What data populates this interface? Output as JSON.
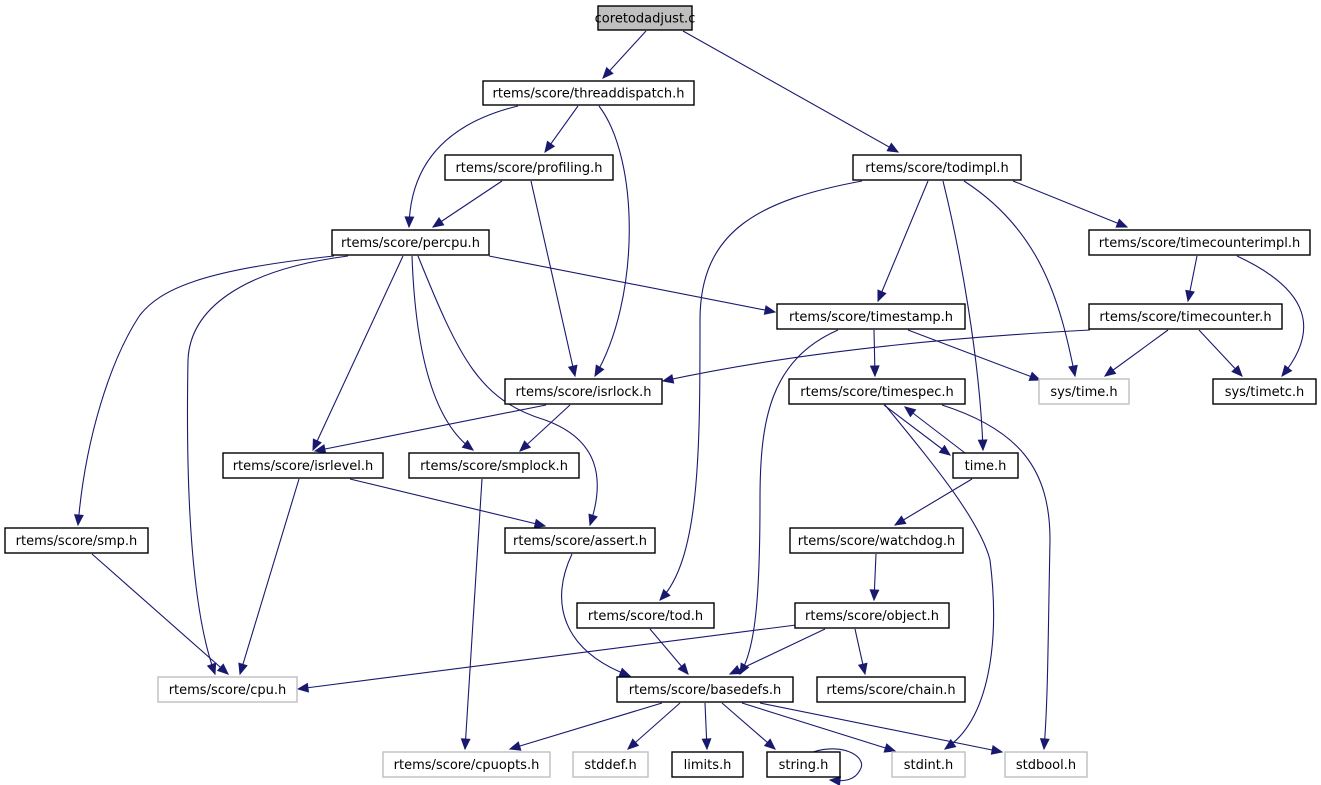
{
  "title": "coretodadjust.c",
  "colors": {
    "edge": "#191970",
    "root_fill": "#bfbfbf",
    "node_border": "#000000",
    "external_border": "#bfbfbf"
  },
  "nodes": [
    {
      "id": "root",
      "label": "coretodadjust.c",
      "kind": "root"
    },
    {
      "id": "threaddispatch",
      "label": "rtems/score/threaddispatch.h",
      "kind": "normal"
    },
    {
      "id": "todimpl",
      "label": "rtems/score/todimpl.h",
      "kind": "normal"
    },
    {
      "id": "profiling",
      "label": "rtems/score/profiling.h",
      "kind": "normal"
    },
    {
      "id": "percpu",
      "label": "rtems/score/percpu.h",
      "kind": "normal"
    },
    {
      "id": "timecounterimpl",
      "label": "rtems/score/timecounterimpl.h",
      "kind": "normal"
    },
    {
      "id": "timestamp",
      "label": "rtems/score/timestamp.h",
      "kind": "normal"
    },
    {
      "id": "timecounter",
      "label": "rtems/score/timecounter.h",
      "kind": "normal"
    },
    {
      "id": "isrlock",
      "label": "rtems/score/isrlock.h",
      "kind": "normal"
    },
    {
      "id": "timespec",
      "label": "rtems/score/timespec.h",
      "kind": "normal"
    },
    {
      "id": "systime",
      "label": "sys/time.h",
      "kind": "external"
    },
    {
      "id": "systimetc",
      "label": "sys/timetc.h",
      "kind": "normal"
    },
    {
      "id": "isrlevel",
      "label": "rtems/score/isrlevel.h",
      "kind": "normal"
    },
    {
      "id": "smplock",
      "label": "rtems/score/smplock.h",
      "kind": "normal"
    },
    {
      "id": "timeh",
      "label": "time.h",
      "kind": "normal"
    },
    {
      "id": "smp",
      "label": "rtems/score/smp.h",
      "kind": "normal"
    },
    {
      "id": "assert",
      "label": "rtems/score/assert.h",
      "kind": "normal"
    },
    {
      "id": "watchdog",
      "label": "rtems/score/watchdog.h",
      "kind": "normal"
    },
    {
      "id": "tod",
      "label": "rtems/score/tod.h",
      "kind": "normal"
    },
    {
      "id": "object",
      "label": "rtems/score/object.h",
      "kind": "normal"
    },
    {
      "id": "cpu",
      "label": "rtems/score/cpu.h",
      "kind": "external"
    },
    {
      "id": "basedefs",
      "label": "rtems/score/basedefs.h",
      "kind": "normal"
    },
    {
      "id": "chain",
      "label": "rtems/score/chain.h",
      "kind": "normal"
    },
    {
      "id": "cpuopts",
      "label": "rtems/score/cpuopts.h",
      "kind": "external"
    },
    {
      "id": "stddef",
      "label": "stddef.h",
      "kind": "external"
    },
    {
      "id": "limits",
      "label": "limits.h",
      "kind": "normal"
    },
    {
      "id": "string",
      "label": "string.h",
      "kind": "normal"
    },
    {
      "id": "stdint",
      "label": "stdint.h",
      "kind": "external"
    },
    {
      "id": "stdbool",
      "label": "stdbool.h",
      "kind": "external"
    }
  ],
  "edges": [
    {
      "from": "root",
      "to": "threaddispatch"
    },
    {
      "from": "root",
      "to": "todimpl"
    },
    {
      "from": "threaddispatch",
      "to": "percpu"
    },
    {
      "from": "threaddispatch",
      "to": "profiling"
    },
    {
      "from": "threaddispatch",
      "to": "isrlock"
    },
    {
      "from": "profiling",
      "to": "percpu"
    },
    {
      "from": "profiling",
      "to": "isrlock"
    },
    {
      "from": "percpu",
      "to": "smp"
    },
    {
      "from": "percpu",
      "to": "cpu"
    },
    {
      "from": "percpu",
      "to": "isrlevel"
    },
    {
      "from": "percpu",
      "to": "smplock"
    },
    {
      "from": "percpu",
      "to": "assert"
    },
    {
      "from": "percpu",
      "to": "timestamp"
    },
    {
      "from": "todimpl",
      "to": "tod"
    },
    {
      "from": "todimpl",
      "to": "timestamp"
    },
    {
      "from": "todimpl",
      "to": "timeh"
    },
    {
      "from": "todimpl",
      "to": "systime"
    },
    {
      "from": "todimpl",
      "to": "timecounterimpl"
    },
    {
      "from": "timecounterimpl",
      "to": "timecounter"
    },
    {
      "from": "timecounterimpl",
      "to": "systimetc"
    },
    {
      "from": "timecounter",
      "to": "isrlock"
    },
    {
      "from": "timecounter",
      "to": "systime"
    },
    {
      "from": "timecounter",
      "to": "systimetc"
    },
    {
      "from": "timestamp",
      "to": "basedefs"
    },
    {
      "from": "timestamp",
      "to": "timespec"
    },
    {
      "from": "timestamp",
      "to": "systime"
    },
    {
      "from": "isrlock",
      "to": "isrlevel"
    },
    {
      "from": "isrlock",
      "to": "smplock"
    },
    {
      "from": "timespec",
      "to": "timeh"
    },
    {
      "from": "timespec",
      "to": "stdint"
    },
    {
      "from": "timespec",
      "to": "stdbool"
    },
    {
      "from": "timeh",
      "to": "timespec"
    },
    {
      "from": "timeh",
      "to": "watchdog"
    },
    {
      "from": "isrlevel",
      "to": "cpu"
    },
    {
      "from": "isrlevel",
      "to": "assert"
    },
    {
      "from": "smplock",
      "to": "cpuopts"
    },
    {
      "from": "smp",
      "to": "cpu"
    },
    {
      "from": "assert",
      "to": "basedefs"
    },
    {
      "from": "watchdog",
      "to": "object"
    },
    {
      "from": "tod",
      "to": "basedefs"
    },
    {
      "from": "object",
      "to": "cpu"
    },
    {
      "from": "object",
      "to": "basedefs"
    },
    {
      "from": "object",
      "to": "chain"
    },
    {
      "from": "basedefs",
      "to": "cpuopts"
    },
    {
      "from": "basedefs",
      "to": "stddef"
    },
    {
      "from": "basedefs",
      "to": "limits"
    },
    {
      "from": "basedefs",
      "to": "string"
    },
    {
      "from": "basedefs",
      "to": "stdint"
    },
    {
      "from": "basedefs",
      "to": "stdbool"
    },
    {
      "from": "string",
      "to": "string"
    }
  ]
}
